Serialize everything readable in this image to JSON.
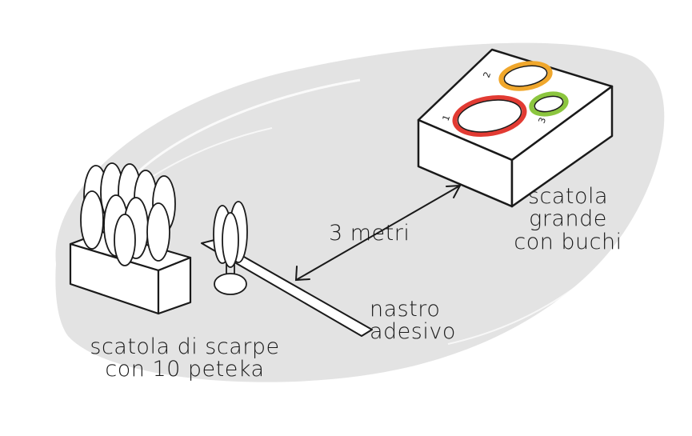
{
  "labels": {
    "shoebox_line1": "scatola di scarpe",
    "shoebox_line2": "con 10 peteka",
    "distance": "3 metri",
    "tape_line1": "nastro",
    "tape_line2": "adesivo",
    "bigbox_line1": "scatola",
    "bigbox_line2": "grande",
    "bigbox_line3": "con buchi"
  },
  "holes": [
    {
      "number": "1",
      "color": "#e23b33"
    },
    {
      "number": "2",
      "color": "#f0a72c"
    },
    {
      "number": "3",
      "color": "#8cc63f"
    }
  ],
  "colors": {
    "background_blob": "#e3e3e3",
    "ink": "#1a1a1a"
  }
}
